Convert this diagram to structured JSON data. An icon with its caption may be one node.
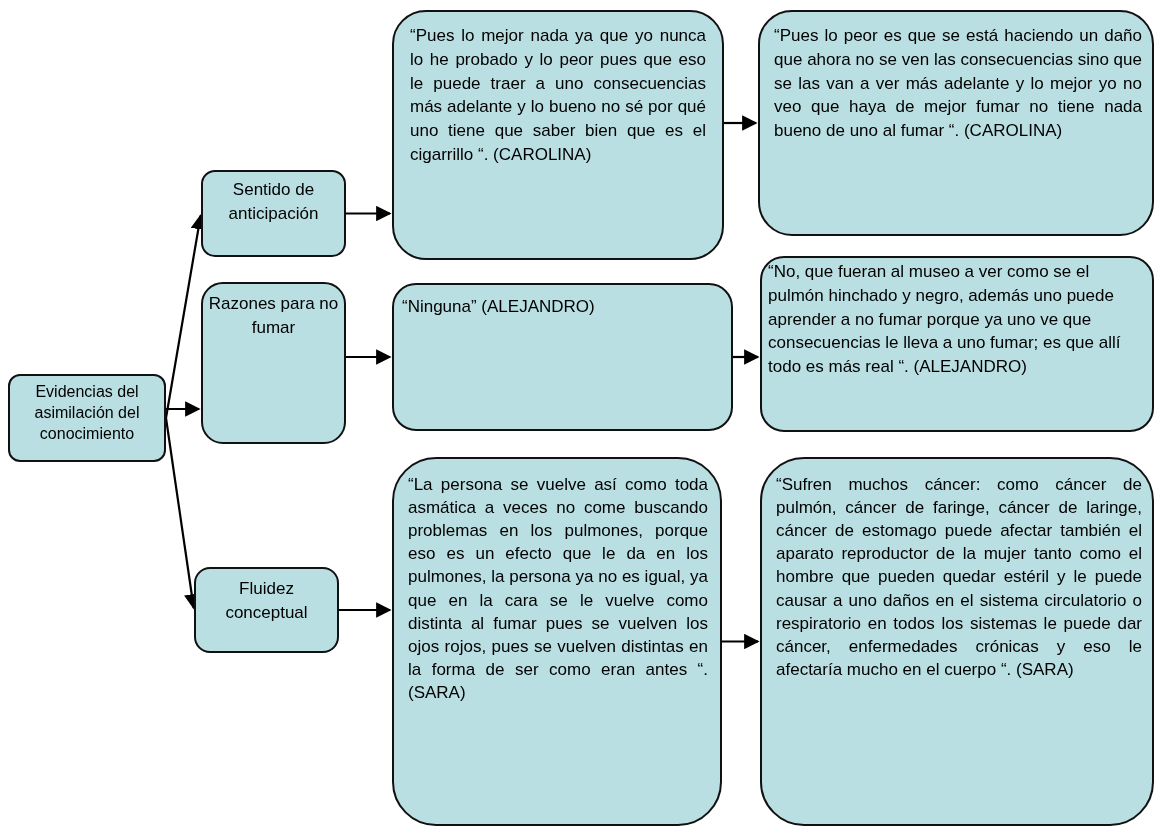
{
  "diagram": {
    "nodes": [
      {
        "text": [
          "Evidencias del asimilación del conocimiento"
        ]
      },
      {
        "text": [
          "Sentido de anticipación"
        ]
      },
      {
        "text": [
          "“Pues lo mejor nada ya que yo nunca lo he probado y lo peor pues que eso le puede traer a uno consecuencias más adelante y lo bueno no sé por qué uno tiene que saber bien que es el cigarrillo “. (CAROLINA)"
        ]
      },
      {
        "text": [
          "“Pues lo peor es que se está haciendo un daño que ahora no se ven las consecuencias sino que se las van a ver más adelante y lo mejor yo no veo que haya de mejor fumar no tiene nada bueno de uno al fumar “.  (CAROLINA)"
        ]
      },
      {
        "text": [
          "Razones para no fumar"
        ]
      },
      {
        "text": [
          "“Ninguna”  (ALEJANDRO)"
        ]
      },
      {
        "text": [
          "“No, que fueran al museo a ver como se el pulmón hinchado y negro, además uno puede aprender a no fumar porque ya uno ve que consecuencias le lleva a uno fumar; es que allí todo es más real “. (ALEJANDRO)"
        ]
      },
      {
        "text": [
          "Fluidez conceptual"
        ]
      },
      {
        "text": [
          "“La persona se vuelve así como toda asmática a veces no come buscando problemas en los pulmones, porque eso es un efecto que le da en los pulmones,  la persona ya no es igual, ya que en la cara se le vuelve como distinta al fumar pues se vuelven los ojos rojos, pues se vuelven distintas en la forma de ser como eran antes “.  (SARA)"
        ]
      },
      {
        "text": [
          "“Sufren muchos cáncer: como cáncer de pulmón, cáncer de faringe, cáncer de laringe, cáncer de estomago puede afectar también el aparato reproductor de la mujer tanto como el hombre que pueden quedar estéril y le puede causar a uno daños en el sistema circulatorio o respiratorio en todos los sistemas  le  puede  dar  cáncer, enfermedades  crónicas  y  eso  le afectaría mucho en el cuerpo  “. (SARA)"
        ]
      }
    ],
    "edges": [
      {
        "from": 0,
        "to": 1,
        "arrow": "to"
      },
      {
        "from": 0,
        "to": 4,
        "arrow": "to"
      },
      {
        "from": 0,
        "to": 7,
        "arrow": "to"
      },
      {
        "from": 1,
        "to": 2,
        "arrow": "to"
      },
      {
        "from": 2,
        "to": 3,
        "arrow": "to"
      },
      {
        "from": 4,
        "to": 5,
        "arrow": "to"
      },
      {
        "from": 5,
        "to": 6,
        "arrow": "to"
      },
      {
        "from": 7,
        "to": 8,
        "arrow": "to"
      },
      {
        "from": 8,
        "to": 9,
        "arrow": "to"
      }
    ]
  }
}
